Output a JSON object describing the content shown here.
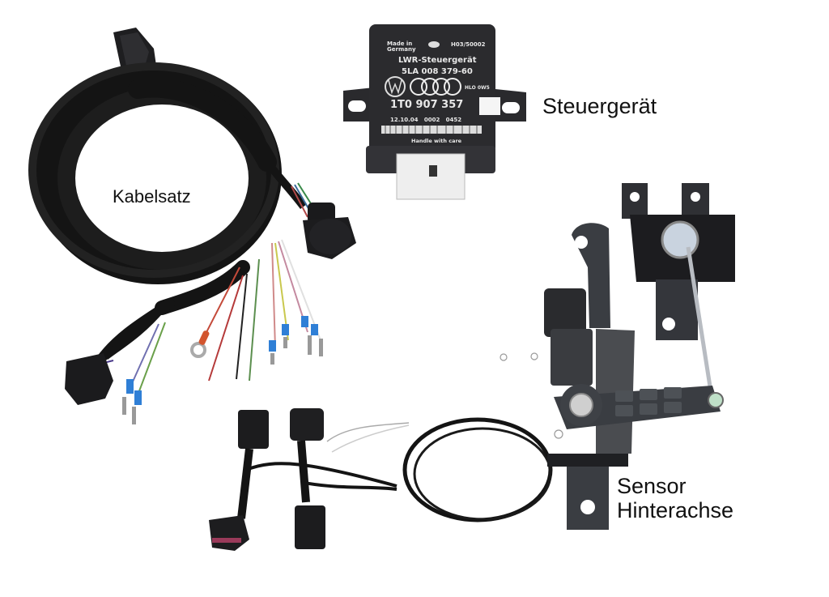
{
  "labels": {
    "cable_harness": "Kabelsatz",
    "control_unit": "Steuergerät",
    "sensor_line1": "Sensor",
    "sensor_line2": "Hinterachse"
  },
  "control_unit_print": {
    "made_in_1": "Made in",
    "made_in_2": "Germany",
    "code": "H03/50002",
    "title": "LWR-Steuergerät",
    "part_no_supplier": "5LA 008 379-60",
    "variant": "HLO 0W5",
    "part_no": "1T0 907 357",
    "date_line": "12.10.04   0002   0452",
    "handle": "Handle with care"
  },
  "colors": {
    "background": "#ffffff",
    "cable": "#141414",
    "housing": "#2b2b2e",
    "metal": "#3a3d42",
    "terminal_blue": "#2f7fd6",
    "ring_terminal": "#d2552e"
  }
}
